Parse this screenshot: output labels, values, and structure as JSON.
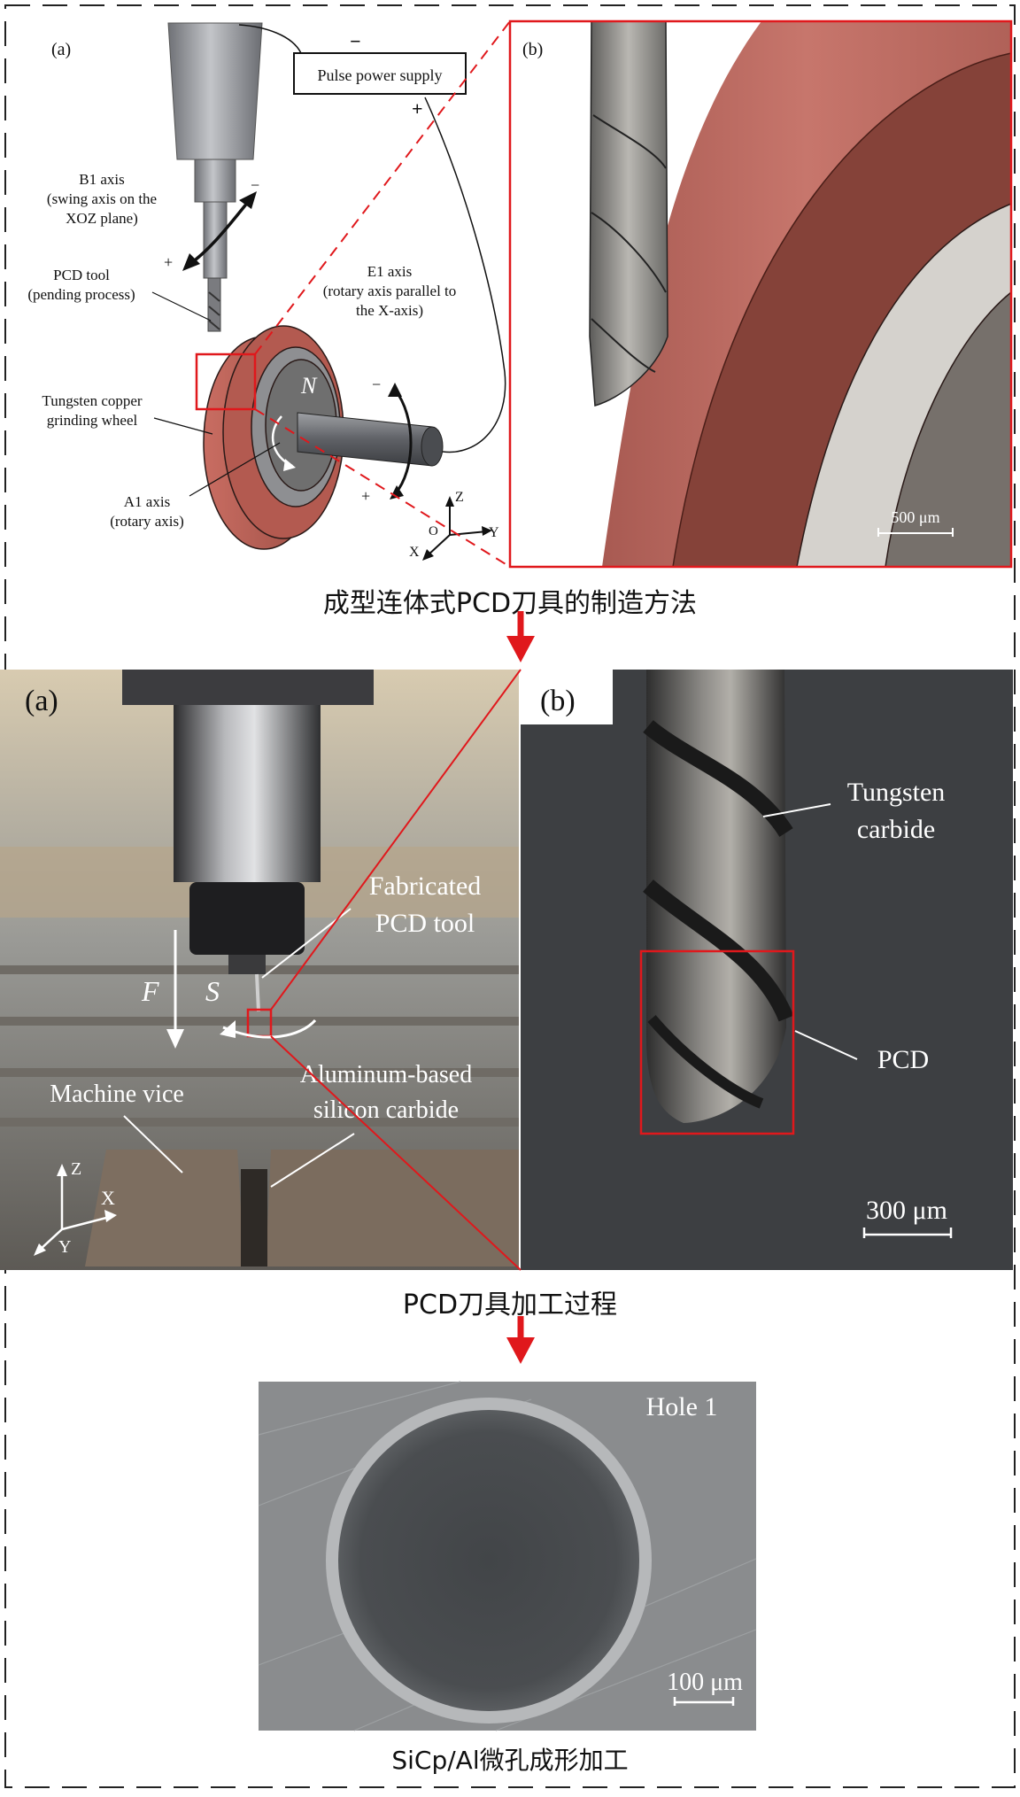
{
  "panel_a_top": {
    "tag": "(a)",
    "power_supply": "Pulse power supply",
    "minus": "−",
    "plus": "+",
    "b1_axis": [
      "B1 axis",
      "(swing axis on the",
      "XOZ plane)"
    ],
    "pcd_tool": [
      "PCD tool",
      "(pending process)"
    ],
    "e1_axis": [
      "E1 axis",
      "(rotary axis parallel to",
      "the X-axis)"
    ],
    "wheel": [
      "Tungsten copper",
      "grinding wheel"
    ],
    "a1_axis": [
      "A1 axis",
      "(rotary axis)"
    ],
    "n_label": "N",
    "axes": {
      "z": "Z",
      "y": "Y",
      "x": "X",
      "o": "O"
    }
  },
  "panel_b_top": {
    "tag": "(b)",
    "scale": "500 μm"
  },
  "caption1": "成型连体式PCD刀具的制造方法",
  "panel_a_mid": {
    "tag": "(a)",
    "fabricated": [
      "Fabricated",
      "PCD tool"
    ],
    "f": "F",
    "s": "S",
    "vice": "Machine vice",
    "workpiece": [
      "Aluminum-based",
      "silicon carbide"
    ],
    "axes": {
      "z": "Z",
      "x": "X",
      "y": "Y"
    }
  },
  "panel_b_mid": {
    "tag": "(b)",
    "carbide": [
      "Tungsten",
      "carbide"
    ],
    "pcd": "PCD",
    "scale": "300 μm"
  },
  "caption2": "PCD刀具加工过程",
  "panel_sem": {
    "tag": "Hole 1",
    "scale": "100 μm"
  },
  "caption3": "SiCp/Al微孔成形加工",
  "colors": {
    "accent_red": "#e0181c",
    "wheel": "#b3584e",
    "wheel_dark": "#86443c",
    "photo_bg": "#3b3d40"
  }
}
